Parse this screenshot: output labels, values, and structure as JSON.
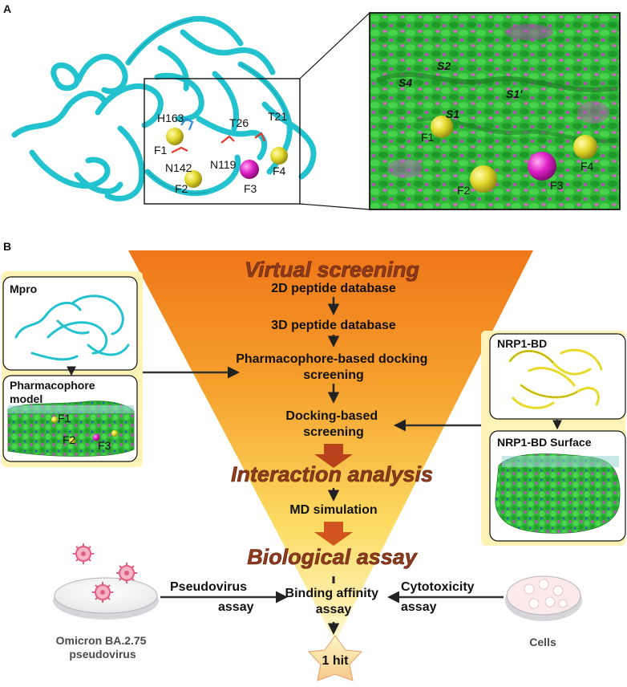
{
  "panel_a": {
    "label": "A",
    "residues": [
      "H163",
      "T26",
      "T21",
      "F1",
      "N142",
      "N119",
      "F2",
      "F3",
      "F4"
    ],
    "inset_sites": [
      "S2",
      "S4",
      "S1'",
      "S1"
    ],
    "inset_features": [
      "F1",
      "F2",
      "F3",
      "F4"
    ]
  },
  "panel_b": {
    "label": "B",
    "left_box": {
      "top_title": "Mpro",
      "bottom_title": "Pharmacophore model",
      "mini_labels": [
        "F1",
        "F2",
        "F3"
      ]
    },
    "right_box": {
      "top_title": "NRP1-BD",
      "bottom_title": "NRP1-BD Surface"
    },
    "funnel": {
      "stage1": "Virtual screening",
      "steps1": [
        "2D peptide database",
        "3D peptide database",
        "Pharmacophore-based docking screening",
        "Docking-based screening"
      ],
      "stage2": "Interaction analysis",
      "steps2": [
        "MD simulation"
      ],
      "stage3": "Biological assay",
      "center_assay": "Binding affinity assay",
      "result": "1 hit"
    },
    "left_assay": "Pseudovirus assay",
    "right_assay": "Cytotoxicity assay",
    "left_dish_caption": "Omicron BA.2.75 pseudovirus",
    "right_dish_caption": "Cells"
  },
  "colors": {
    "protein_cyan": "#22c3cf",
    "sphere_yellow": "#e3d92c",
    "sphere_magenta": "#e020c8",
    "surface_green": "#2fc23a",
    "funnel_top": "#f07a1c",
    "funnel_bottom": "#fff4b0",
    "box_fill": "#fff3b8",
    "stage_text": "#8e3a1c"
  }
}
